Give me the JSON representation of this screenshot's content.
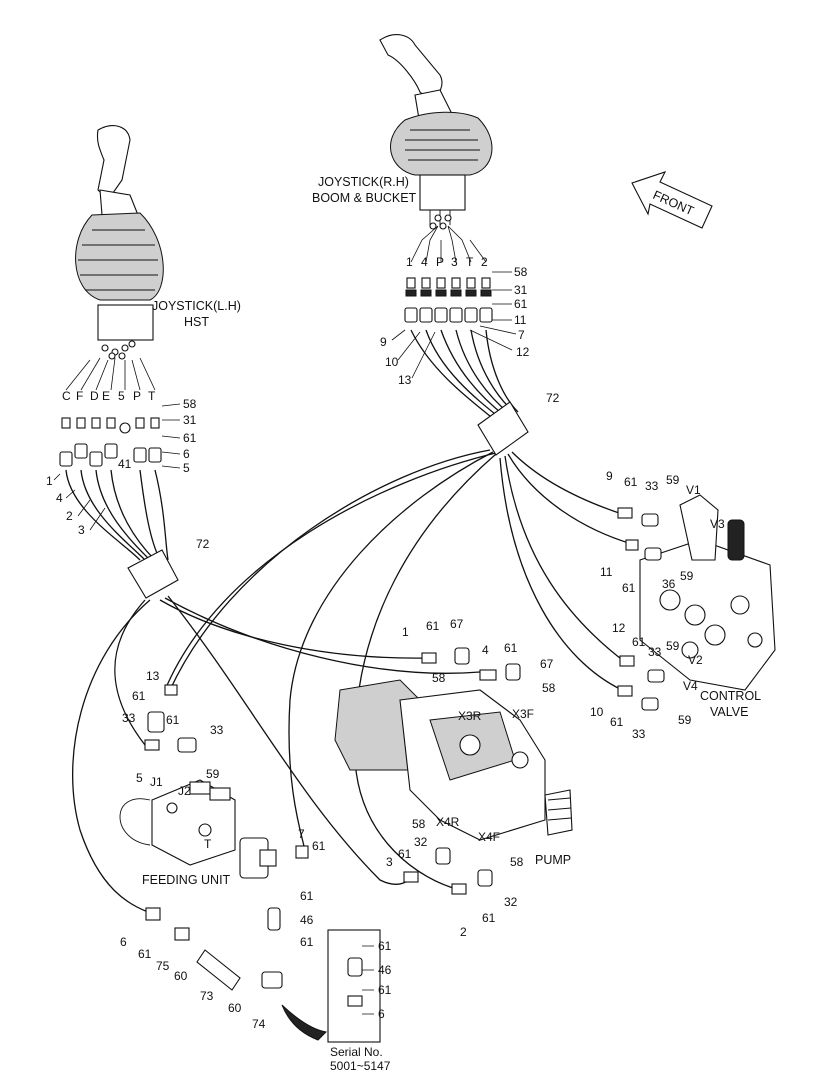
{
  "labels": {
    "joystick_rh_line1": "JOYSTICK(R.H)",
    "joystick_rh_line2": "BOOM & BUCKET",
    "joystick_lh_line1": "JOYSTICK(L.H)",
    "joystick_lh_line2": "HST",
    "front": "FRONT",
    "control_valve_line1": "CONTROL",
    "control_valve_line2": "VALVE",
    "pump": "PUMP",
    "feeding_unit": "FEEDING UNIT",
    "serial_line1": "Serial No.",
    "serial_line2": "5001~5147"
  },
  "ports": {
    "rh": [
      "1",
      "4",
      "P",
      "3",
      "T",
      "2"
    ],
    "lh": [
      "C",
      "F",
      "D",
      "E",
      "5",
      "P",
      "T"
    ],
    "v1": "V1",
    "v2": "V2",
    "v3": "V3",
    "v4": "V4",
    "x3r": "X3R",
    "x3f": "X3F",
    "x4r": "X4R",
    "x4f": "X4F",
    "j1": "J1",
    "j2": "J2",
    "t": "T"
  },
  "callouts": {
    "rh_58": "58",
    "rh_31": "31",
    "rh_61": "61",
    "rh_11": "11",
    "rh_7": "7",
    "rh_12": "12",
    "rh_9": "9",
    "rh_10": "10",
    "rh_13": "13",
    "rh_72": "72",
    "lh_58": "58",
    "lh_31": "31",
    "lh_61": "61",
    "lh_6": "6",
    "lh_5": "5",
    "lh_41": "41",
    "lh_1": "1",
    "lh_4": "4",
    "lh_2": "2",
    "lh_3": "3",
    "lh_72": "72",
    "cv_9": "9",
    "cv_61a": "61",
    "cv_33a": "33",
    "cv_59a": "59",
    "cv_11": "11",
    "cv_61b": "61",
    "cv_36": "36",
    "cv_59b": "59",
    "cv_12": "12",
    "cv_61c": "61",
    "cv_33b": "33",
    "cv_59c": "59",
    "cv_10": "10",
    "cv_61d": "61",
    "cv_33c": "33",
    "cv_59d": "59",
    "p_1": "1",
    "p_61a": "61",
    "p_67a": "67",
    "p_58a": "58",
    "p_4": "4",
    "p_61b": "61",
    "p_67b": "67",
    "p_58b": "58",
    "p_58c": "58",
    "p_32a": "32",
    "p_3": "3",
    "p_61c": "61",
    "p_58d": "58",
    "p_32b": "32",
    "p_61d": "61",
    "p_2": "2",
    "p_7": "7",
    "p_61e": "61",
    "f_13": "13",
    "f_61a": "61",
    "f_33a": "33",
    "f_61b": "61",
    "f_33b": "33",
    "f_5": "5",
    "f_59": "59",
    "f_61c": "61",
    "f_46": "46",
    "f_61d": "61",
    "f_6": "6",
    "f_61e": "61",
    "f_75": "75",
    "f_60a": "60",
    "f_73": "73",
    "f_60b": "60",
    "f_74": "74",
    "s_61a": "61",
    "s_46": "46",
    "s_61b": "61",
    "s_6": "6"
  }
}
